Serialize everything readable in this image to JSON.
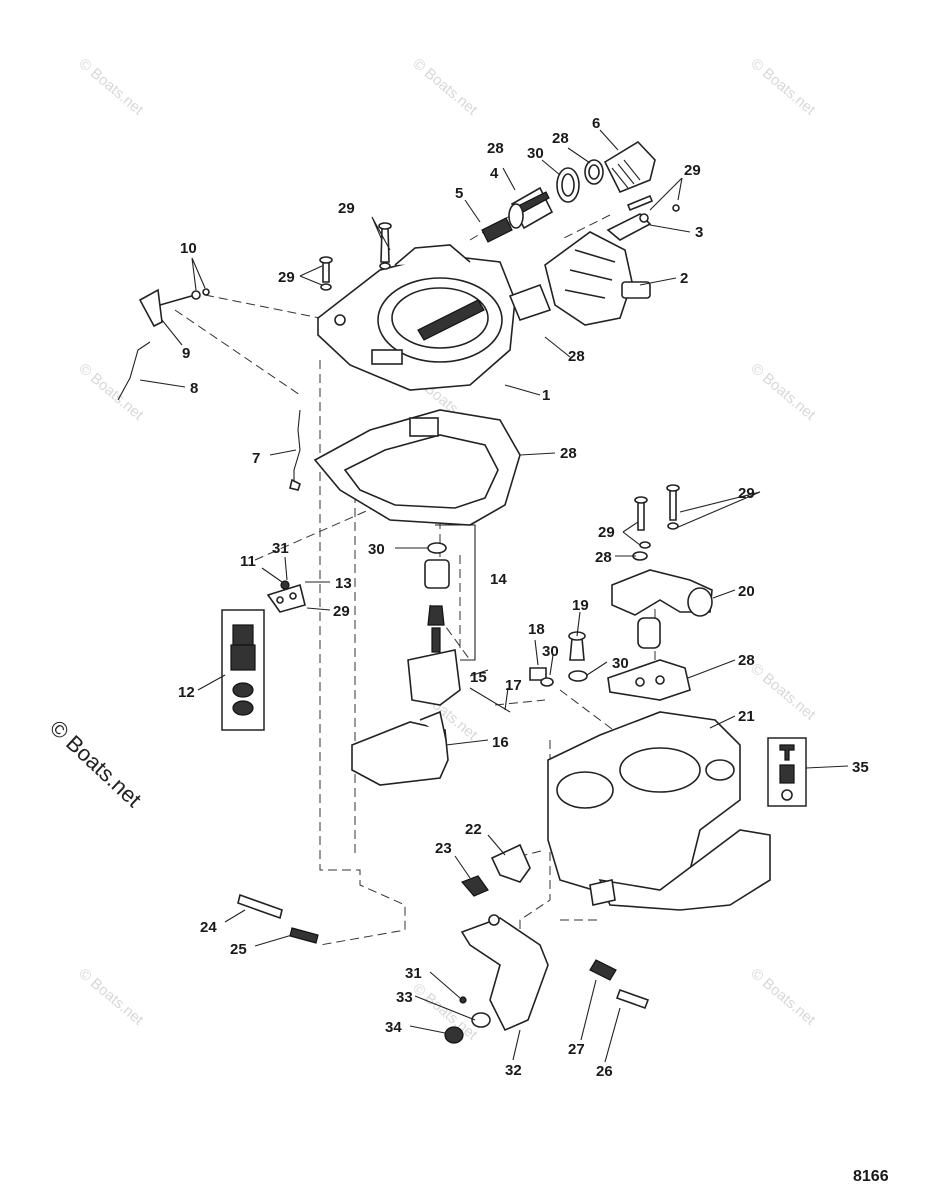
{
  "watermark": "© Boats.net",
  "figure_number": "8166",
  "callouts": {
    "n1": "1",
    "n2": "2",
    "n3": "3",
    "n4": "4",
    "n5": "5",
    "n6": "6",
    "n7": "7",
    "n8": "8",
    "n9": "9",
    "n10": "10",
    "n11": "11",
    "n12": "12",
    "n13": "13",
    "n14": "14",
    "n15": "15",
    "n16": "16",
    "n17": "17",
    "n18": "18",
    "n19": "19",
    "n20": "20",
    "n21": "21",
    "n22": "22",
    "n23": "23",
    "n24": "24",
    "n25": "25",
    "n26": "26",
    "n27": "27",
    "n28": "28",
    "n29": "29",
    "n30": "30",
    "n31": "31",
    "n32": "32",
    "n33": "33",
    "n34": "34",
    "n35": "35"
  }
}
